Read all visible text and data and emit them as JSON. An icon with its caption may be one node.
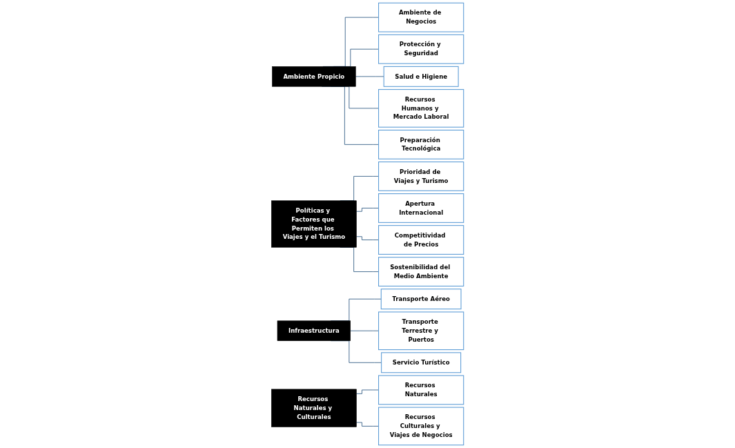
{
  "diagram": {
    "nodes": [
      {
        "text": [
          "Ambiente Propicio"
        ]
      },
      {
        "text": [
          "Ambiente de Negocios"
        ]
      },
      {
        "text": [
          "Protección y Seguridad"
        ]
      },
      {
        "text": [
          "Salud e Higiene"
        ]
      },
      {
        "text": [
          "Recursos Humanos y Mercado Laboral"
        ]
      },
      {
        "text": [
          "Preparación Tecnológica"
        ]
      },
      {
        "text": [
          "Políticas y Factores que Permiten los Viajes y el Turismo"
        ]
      },
      {
        "text": [
          "Prioridad de Viajes y Turismo"
        ]
      },
      {
        "text": [
          "Apertura Internacional"
        ]
      },
      {
        "text": [
          "Competitividad de Precios"
        ]
      },
      {
        "text": [
          "Sostenibilidad del Medio Ambiente"
        ]
      },
      {
        "text": [
          "Infraestructura"
        ]
      },
      {
        "text": [
          "Transporte Aéreo"
        ]
      },
      {
        "text": [
          "Transporte Terrestre y Puertos"
        ]
      },
      {
        "text": [
          "Servicio Turístico"
        ]
      },
      {
        "text": [
          "Recursos Naturales y Culturales"
        ]
      },
      {
        "text": [
          "Recursos Naturales"
        ]
      },
      {
        "text": [
          "Recursos Culturales y Viajes de Negocios"
        ]
      }
    ],
    "edges": [
      {
        "from": 0,
        "to": 1,
        "arrow": "none"
      },
      {
        "from": 0,
        "to": 2,
        "arrow": "none"
      },
      {
        "from": 0,
        "to": 3,
        "arrow": "none"
      },
      {
        "from": 0,
        "to": 4,
        "arrow": "none"
      },
      {
        "from": 0,
        "to": 5,
        "arrow": "none"
      },
      {
        "from": 6,
        "to": 7,
        "arrow": "none"
      },
      {
        "from": 6,
        "to": 8,
        "arrow": "none"
      },
      {
        "from": 6,
        "to": 9,
        "arrow": "none"
      },
      {
        "from": 6,
        "to": 10,
        "arrow": "none"
      },
      {
        "from": 11,
        "to": 12,
        "arrow": "none"
      },
      {
        "from": 11,
        "to": 13,
        "arrow": "none"
      },
      {
        "from": 11,
        "to": 14,
        "arrow": "none"
      },
      {
        "from": 15,
        "to": 16,
        "arrow": "none"
      },
      {
        "from": 15,
        "to": 17,
        "arrow": "none"
      }
    ]
  }
}
